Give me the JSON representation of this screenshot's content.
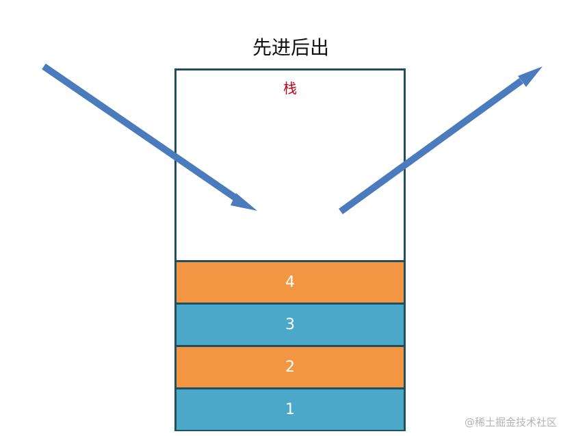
{
  "title": "先进后出",
  "stack_label": "栈",
  "blocks": [
    {
      "label": "4",
      "color": "#f39644"
    },
    {
      "label": "3",
      "color": "#4ba8c8"
    },
    {
      "label": "2",
      "color": "#f39644"
    },
    {
      "label": "1",
      "color": "#4ba8c8"
    }
  ],
  "arrow_color": "#4a7bbd",
  "watermark": "@稀土掘金技术社区"
}
